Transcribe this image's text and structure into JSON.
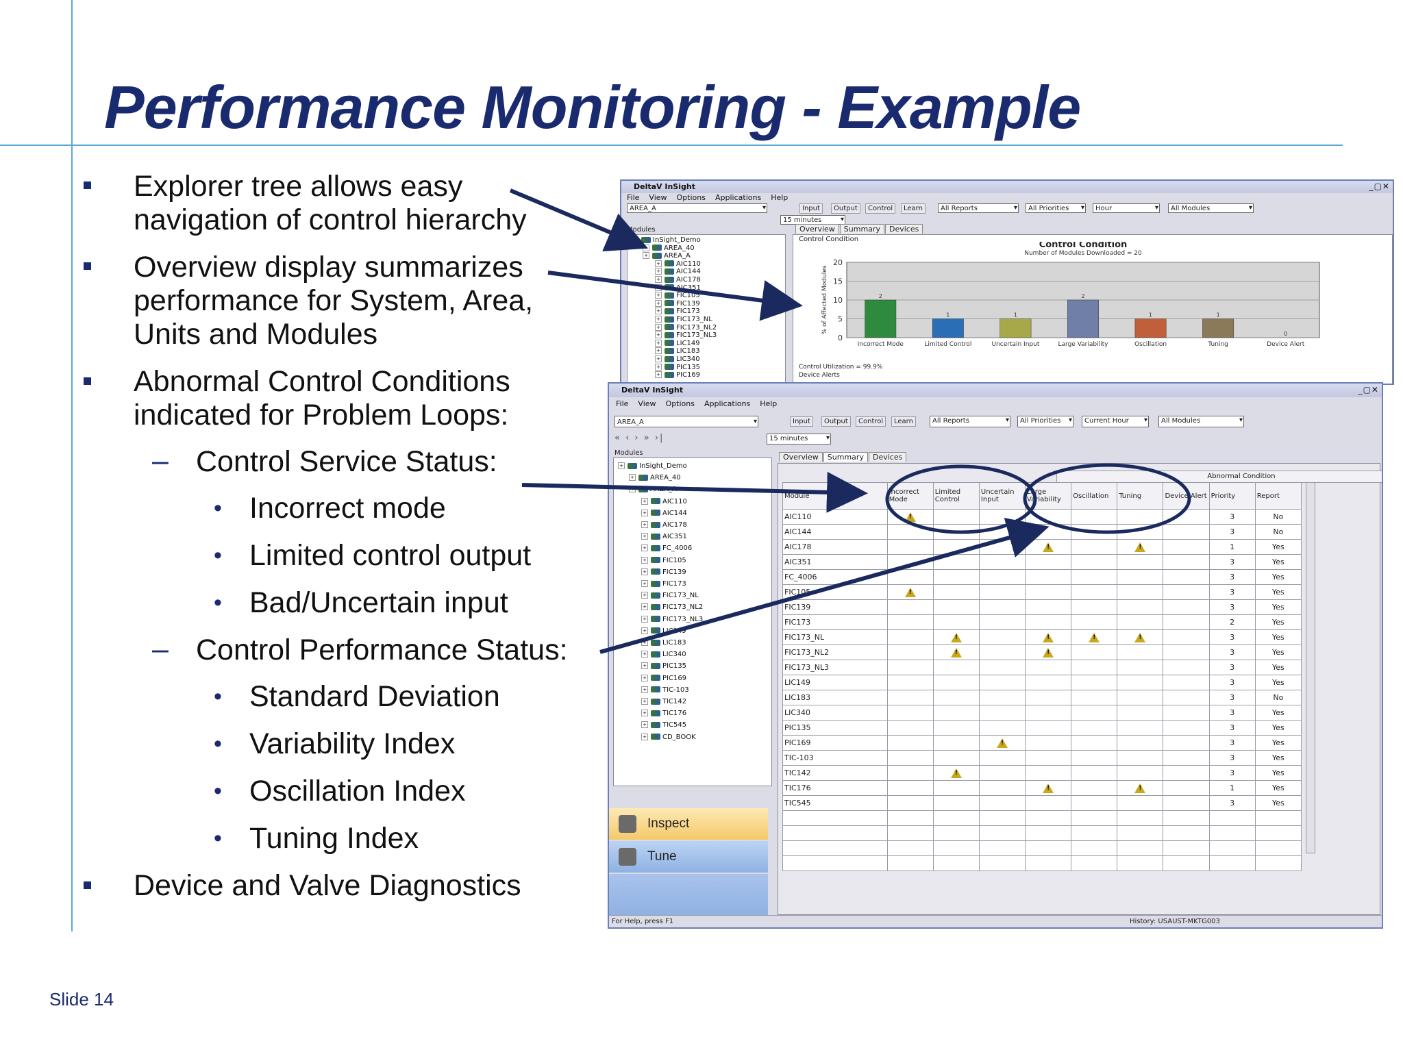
{
  "slide": {
    "title": "Performance Monitoring - Example",
    "number_label": "Slide 14"
  },
  "bullets": {
    "b1_line1": "Explorer tree allows easy",
    "b1_line2": "navigation of control hierarchy",
    "b2_line1": "Overview display summarizes",
    "b2_line2": "performance for System, Area,",
    "b2_line3": "Units and Modules",
    "b3_line1": "Abnormal Control Conditions",
    "b3_line2": "indicated for Problem Loops:",
    "sub1": "Control Service Status:",
    "sub1_items": [
      "Incorrect mode",
      "Limited control output",
      "Bad/Uncertain input"
    ],
    "sub2": "Control Performance Status:",
    "sub2_items": [
      "Standard Deviation",
      "Variability Index",
      "Oscillation Index",
      "Tuning Index"
    ],
    "b4": "Device and Valve Diagnostics",
    "dash_glyph": "–",
    "dot_glyph": "•"
  },
  "back_window": {
    "title": "DeltaV InSight",
    "menu": [
      "File",
      "View",
      "Options",
      "Applications",
      "Help"
    ],
    "area_combo": "AREA_A",
    "toolbar": [
      "Input",
      "Output",
      "Control",
      "Learn"
    ],
    "filters": [
      "All Reports",
      "All Priorities",
      "Hour",
      "All Modules"
    ],
    "range_combo": "15 minutes",
    "modules_header": "Modules",
    "tabs": [
      "Overview",
      "Summary",
      "Devices"
    ],
    "section_label": "Control Condition",
    "tree": [
      "InSight_Demo",
      "AREA_40",
      "AREA_A",
      "AIC110",
      "AIC144",
      "AIC178",
      "AIC351",
      "FIC105",
      "FIC139",
      "FIC173",
      "FIC173_NL",
      "FIC173_NL2",
      "FIC173_NL3",
      "LIC149",
      "LIC183",
      "LIC340",
      "PIC135",
      "PIC169"
    ],
    "footer1": "Control Utilization = 99.9%",
    "footer2": "Device Alerts"
  },
  "chart_data": {
    "type": "bar",
    "title": "Control Condition",
    "subtitle": "Number of Modules Downloaded = 20",
    "ylabel": "% of Affected Modules",
    "xlabel": "",
    "ylim": [
      0,
      20
    ],
    "yticks": [
      "0",
      "5",
      "10",
      "15",
      "20"
    ],
    "categories": [
      "Incorrect Mode",
      "Limited Control",
      "Uncertain Input",
      "Large Variability",
      "Oscillation",
      "Tuning",
      "Device Alert"
    ],
    "values": [
      10,
      5,
      5,
      10,
      5,
      5,
      0
    ],
    "data_labels": [
      "2",
      "1",
      "1",
      "2",
      "1",
      "1",
      "0"
    ],
    "colors": [
      "#2e8b3e",
      "#2a6fb5",
      "#a7a84a",
      "#6f7fa8",
      "#c0603a",
      "#8a7a5a",
      "#888888"
    ],
    "grid": true,
    "legend": "none"
  },
  "front_window": {
    "title": "DeltaV InSight",
    "menu": [
      "File",
      "View",
      "Options",
      "Applications",
      "Help"
    ],
    "area_combo": "AREA_A",
    "toolbar": [
      "Input",
      "Output",
      "Control",
      "Learn"
    ],
    "filters": [
      "All Reports",
      "All Priorities",
      "Current Hour",
      "All Modules"
    ],
    "range_combo": "15 minutes",
    "modules_header": "Modules",
    "tabs": [
      "Overview",
      "Summary",
      "Devices"
    ],
    "tree": [
      "InSight_Demo",
      "AREA_40",
      "AREA_A",
      "AIC110",
      "AIC144",
      "AIC178",
      "AIC351",
      "FC_4006",
      "FIC105",
      "FIC139",
      "FIC173",
      "FIC173_NL",
      "FIC173_NL2",
      "FIC173_NL3",
      "LIC149",
      "LIC183",
      "LIC340",
      "PIC135",
      "PIC169",
      "TIC-103",
      "TIC142",
      "TIC176",
      "TIC545",
      "CD_BOOK"
    ],
    "group_header": "Abnormal Condition",
    "columns": [
      "Module",
      "Incorrect Mode",
      "Limited Control",
      "Uncertain Input",
      "Large Variability",
      "Oscillation",
      "Tuning",
      "Device Alert",
      "Priority",
      "Report"
    ],
    "rows": [
      {
        "m": "AIC110",
        "w": [
          1,
          0,
          0,
          0,
          0,
          0,
          0
        ],
        "p": "3",
        "r": "No"
      },
      {
        "m": "AIC144",
        "w": [
          0,
          0,
          0,
          0,
          0,
          0,
          0
        ],
        "p": "3",
        "r": "No"
      },
      {
        "m": "AIC178",
        "w": [
          0,
          0,
          0,
          1,
          0,
          1,
          0
        ],
        "p": "1",
        "r": "Yes"
      },
      {
        "m": "AIC351",
        "w": [
          0,
          0,
          0,
          0,
          0,
          0,
          0
        ],
        "p": "3",
        "r": "Yes"
      },
      {
        "m": "FC_4006",
        "w": [
          0,
          0,
          0,
          0,
          0,
          0,
          0
        ],
        "p": "3",
        "r": "Yes"
      },
      {
        "m": "FIC105",
        "w": [
          1,
          0,
          0,
          0,
          0,
          0,
          0
        ],
        "p": "3",
        "r": "Yes"
      },
      {
        "m": "FIC139",
        "w": [
          0,
          0,
          0,
          0,
          0,
          0,
          0
        ],
        "p": "3",
        "r": "Yes"
      },
      {
        "m": "FIC173",
        "w": [
          0,
          0,
          0,
          0,
          0,
          0,
          0
        ],
        "p": "2",
        "r": "Yes"
      },
      {
        "m": "FIC173_NL",
        "w": [
          0,
          1,
          0,
          1,
          1,
          1,
          0
        ],
        "p": "3",
        "r": "Yes"
      },
      {
        "m": "FIC173_NL2",
        "w": [
          0,
          1,
          0,
          1,
          0,
          0,
          0
        ],
        "p": "3",
        "r": "Yes"
      },
      {
        "m": "FIC173_NL3",
        "w": [
          0,
          0,
          0,
          0,
          0,
          0,
          0
        ],
        "p": "3",
        "r": "Yes"
      },
      {
        "m": "LIC149",
        "w": [
          0,
          0,
          0,
          0,
          0,
          0,
          0
        ],
        "p": "3",
        "r": "Yes"
      },
      {
        "m": "LIC183",
        "w": [
          0,
          0,
          0,
          0,
          0,
          0,
          0
        ],
        "p": "3",
        "r": "No"
      },
      {
        "m": "LIC340",
        "w": [
          0,
          0,
          0,
          0,
          0,
          0,
          0
        ],
        "p": "3",
        "r": "Yes"
      },
      {
        "m": "PIC135",
        "w": [
          0,
          0,
          0,
          0,
          0,
          0,
          0
        ],
        "p": "3",
        "r": "Yes"
      },
      {
        "m": "PIC169",
        "w": [
          0,
          0,
          1,
          0,
          0,
          0,
          0
        ],
        "p": "3",
        "r": "Yes"
      },
      {
        "m": "TIC-103",
        "w": [
          0,
          0,
          0,
          0,
          0,
          0,
          0
        ],
        "p": "3",
        "r": "Yes"
      },
      {
        "m": "TIC142",
        "w": [
          0,
          1,
          0,
          0,
          0,
          0,
          0
        ],
        "p": "3",
        "r": "Yes"
      },
      {
        "m": "TIC176",
        "w": [
          0,
          0,
          0,
          1,
          0,
          1,
          0
        ],
        "p": "1",
        "r": "Yes"
      },
      {
        "m": "TIC545",
        "w": [
          0,
          0,
          0,
          0,
          0,
          0,
          0
        ],
        "p": "3",
        "r": "Yes"
      }
    ],
    "inspect_label": "Inspect",
    "tune_label": "Tune",
    "status_left": "For Help, press F1",
    "status_right": "History: USAUST-MKTG003"
  },
  "colors": {
    "title": "#1a2a6e",
    "rule": "#5aa9d4",
    "arrow": "#1a2a5e",
    "warn": "#c9a81b"
  }
}
